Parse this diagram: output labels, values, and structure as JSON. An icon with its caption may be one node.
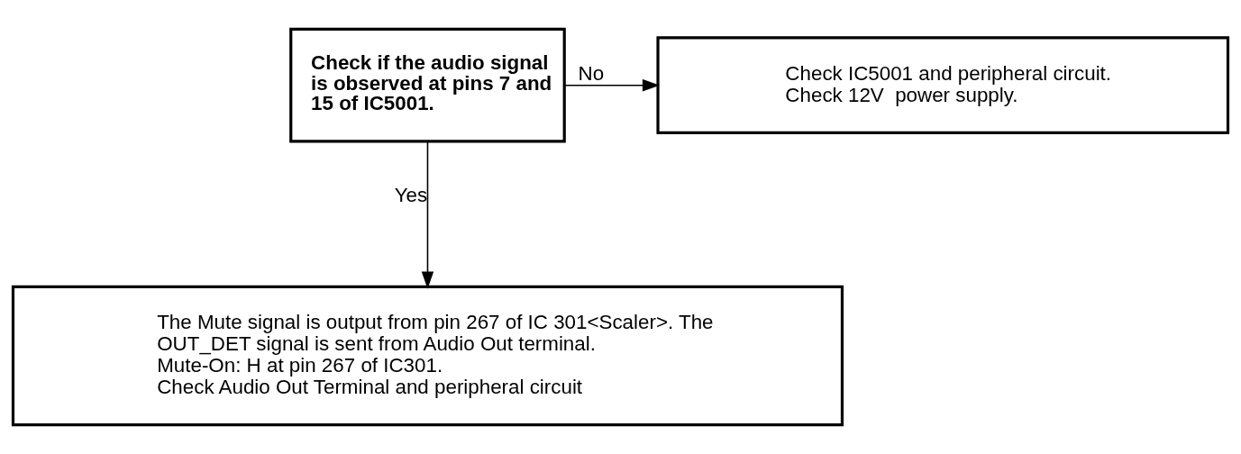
{
  "diagram": {
    "nodes": [
      {
        "text": [
          "Check if the audio signal is observed at pins 7 and 15 of IC5001."
        ]
      },
      {
        "text": [
          "Check IC5001 and peripheral circuit.",
          "Check 12V  power supply."
        ]
      },
      {
        "text": [
          "The Mute signal is output from pin 267 of IC 301<Scaler>. The OUT_DET signal is sent from Audio Out terminal.",
          "Mute-On: H at pin 267 of IC301.",
          "Check Audio Out Terminal and peripheral circuit"
        ]
      }
    ],
    "edges": [
      {
        "from": 0,
        "to": 1,
        "arrow": "to",
        "label": "No"
      },
      {
        "from": 0,
        "to": 2,
        "arrow": "to",
        "label": "Yes"
      }
    ]
  }
}
